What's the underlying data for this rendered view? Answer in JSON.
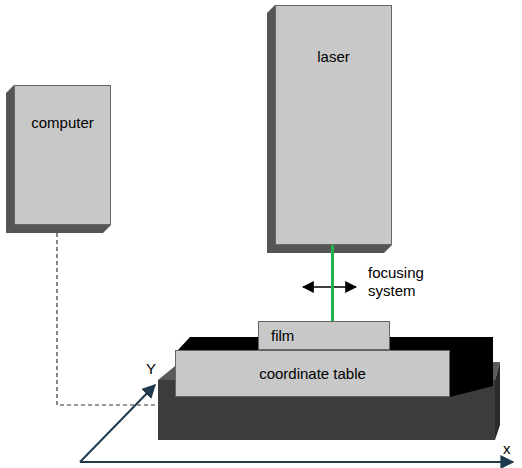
{
  "diagram": {
    "nodes": [
      {
        "text": [
          "laser"
        ]
      },
      {
        "text": [
          "computer"
        ]
      },
      {
        "text": [
          "film"
        ]
      },
      {
        "text": [
          "coordinate table"
        ]
      }
    ],
    "edges": [
      {
        "from": 0,
        "to": 2,
        "arrow": "none"
      }
    ],
    "labels": [
      "focusing system",
      "Y",
      "x"
    ]
  }
}
